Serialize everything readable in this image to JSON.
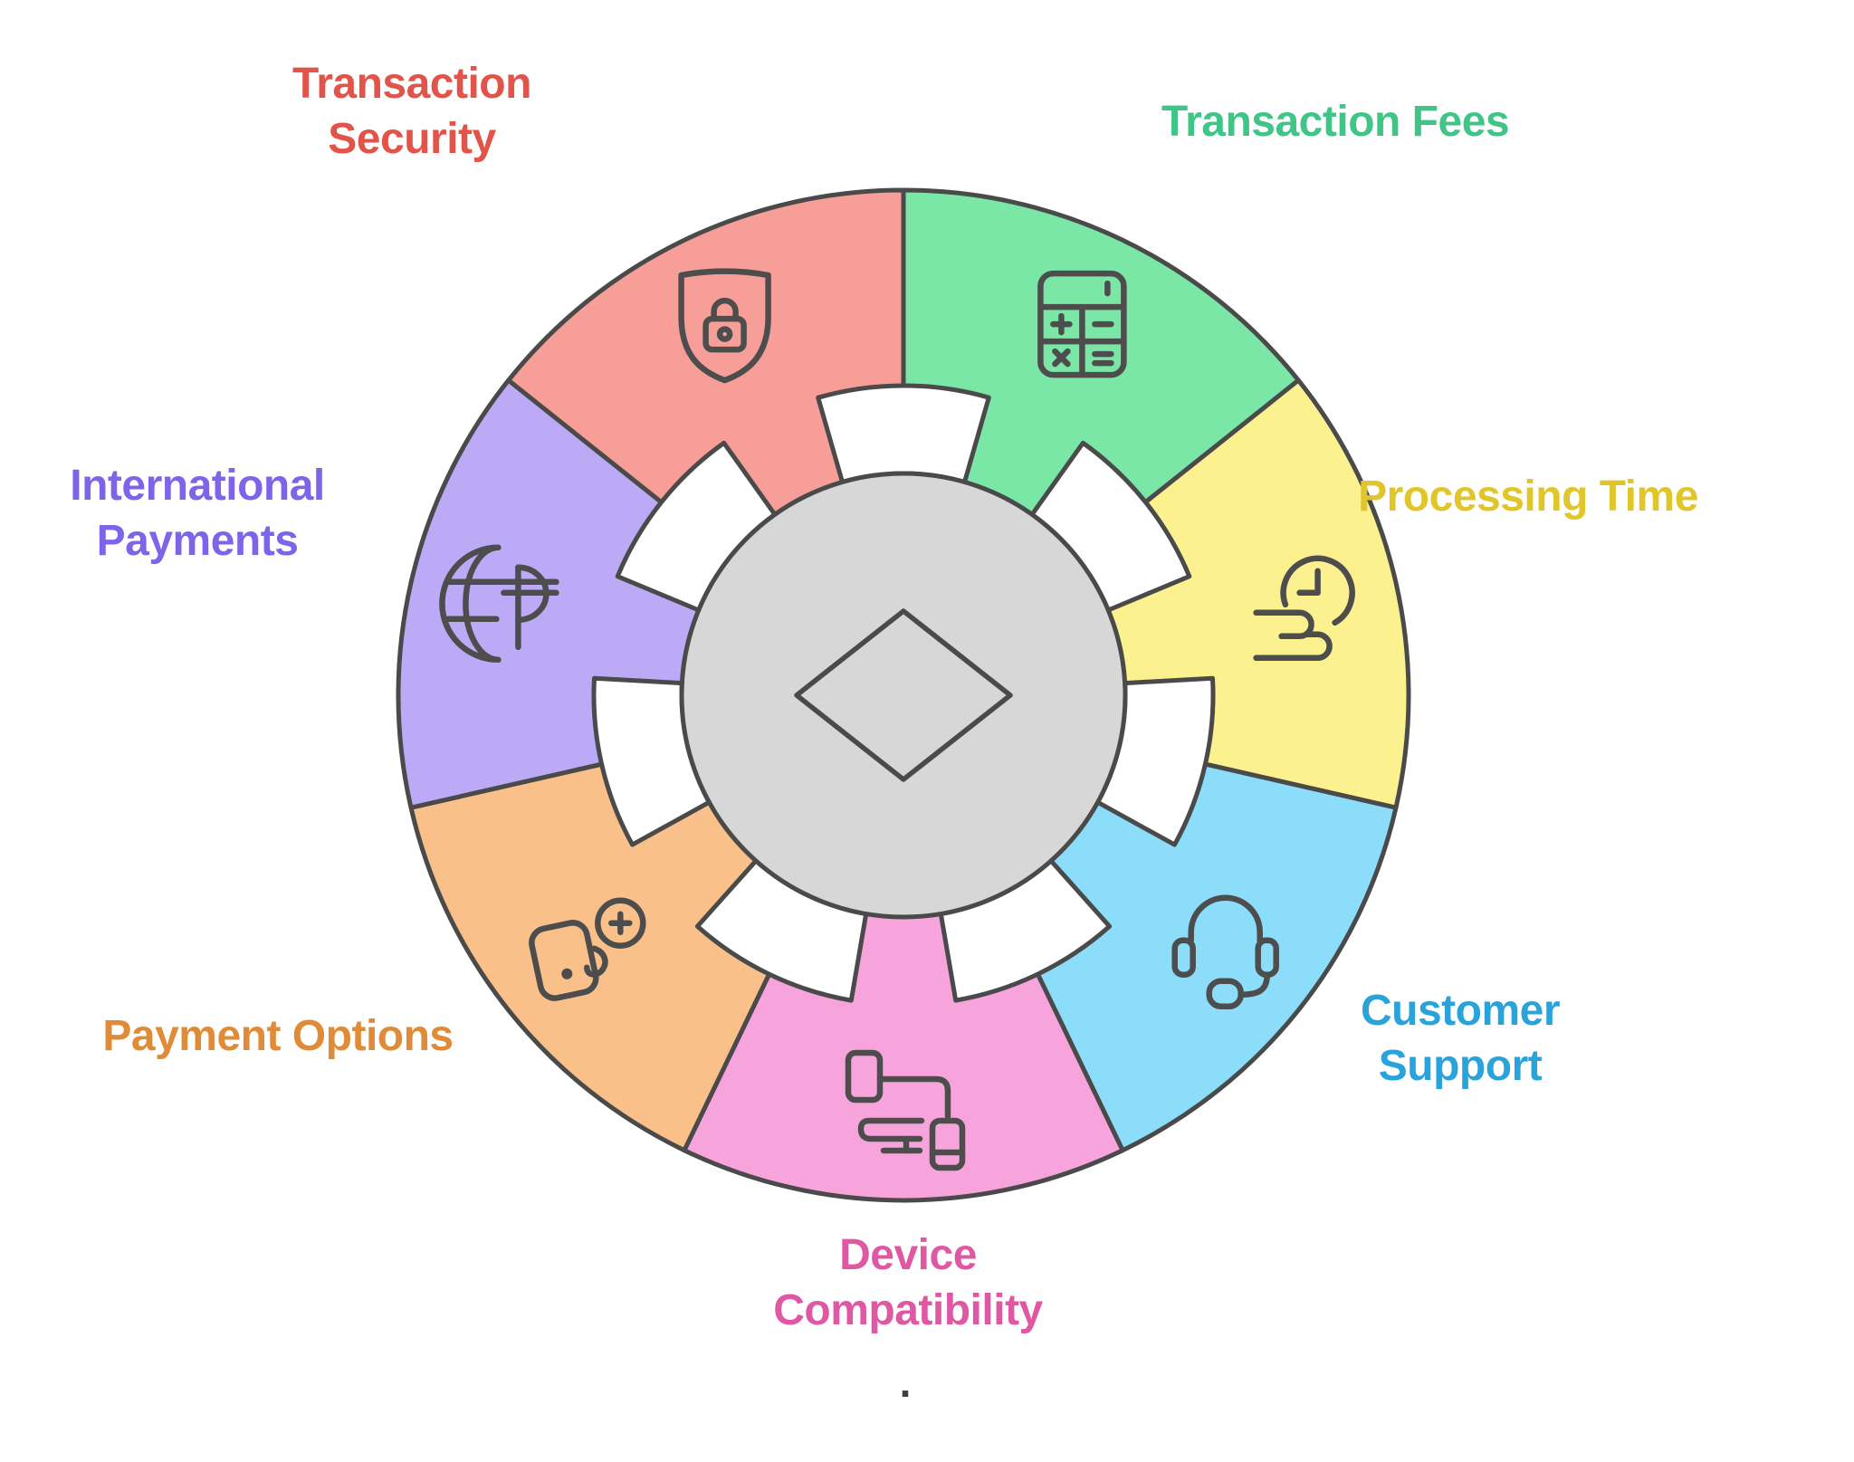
{
  "diagram": {
    "background": "#FFFFFF",
    "outline_color": "#4A4A4A",
    "icon_stroke_color": "#4D4D4D",
    "hub": {
      "fill": "#D7D7D7",
      "shape": "circle-with-diamond"
    },
    "footnote_dot": ".",
    "segments": [
      {
        "id": "transaction-fees",
        "label": "Transaction Fees",
        "label_lines": [
          "Transaction Fees"
        ],
        "fill": "#7BE7A7",
        "label_color": "#3FC585",
        "icon": "calculator-icon"
      },
      {
        "id": "processing-time",
        "label": "Processing Time",
        "label_lines": [
          "Processing Time"
        ],
        "fill": "#FBF18F",
        "label_color": "#E0C62A",
        "icon": "clock-fast-icon"
      },
      {
        "id": "customer-support",
        "label": "Customer Support",
        "label_lines": [
          "Customer",
          "Support"
        ],
        "fill": "#8CDDF9",
        "label_color": "#2AA3DB",
        "icon": "headset-icon"
      },
      {
        "id": "device-compatibility",
        "label": "Device Compatibility",
        "label_lines": [
          "Device",
          "Compatibility"
        ],
        "fill": "#F8A4DC",
        "label_color": "#DF58A3",
        "icon": "devices-icon"
      },
      {
        "id": "payment-options",
        "label": "Payment Options",
        "label_lines": [
          "Payment Options"
        ],
        "fill": "#F9C189",
        "label_color": "#DF8B37",
        "icon": "wallet-add-icon"
      },
      {
        "id": "international-payments",
        "label": "International Payments",
        "label_lines": [
          "International",
          "Payments"
        ],
        "fill": "#BDAAF6",
        "label_color": "#7D64E9",
        "icon": "globe-peso-icon"
      },
      {
        "id": "transaction-security",
        "label": "Transaction Security",
        "label_lines": [
          "Transaction",
          "Security"
        ],
        "fill": "#F79E98",
        "label_color": "#E2544A",
        "icon": "shield-lock-icon"
      }
    ]
  }
}
